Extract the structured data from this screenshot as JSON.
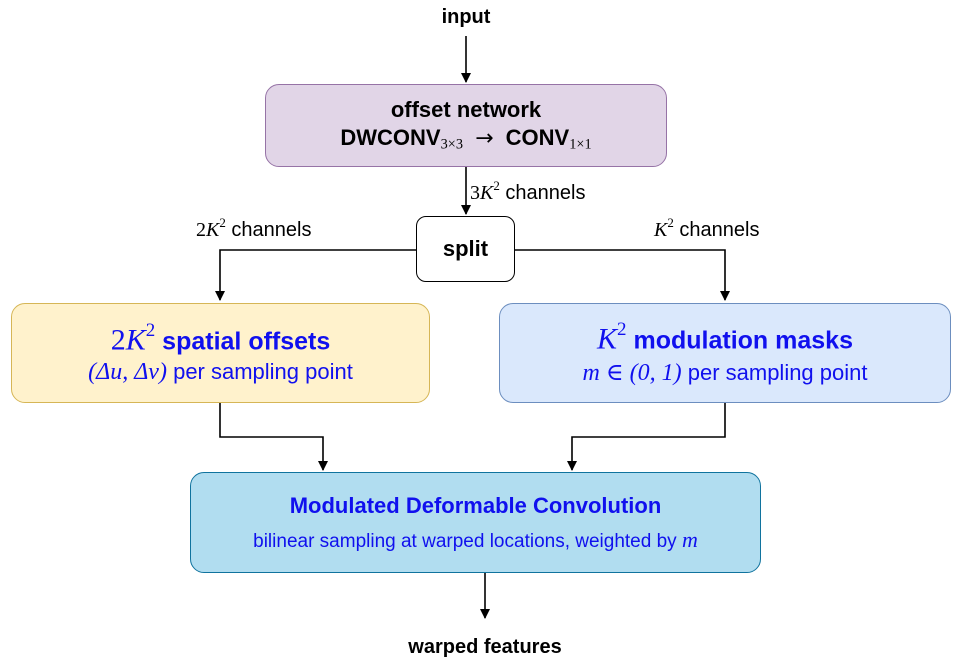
{
  "input_label": "input",
  "output_label": "warped features",
  "offset_network": {
    "title": "offset network",
    "op1": "DWCONV",
    "op1_sub": "3×3",
    "arrow": "→",
    "op2": "CONV",
    "op2_sub": "1×1"
  },
  "edge_3k2": {
    "coef": "3",
    "var": "K",
    "exp": "2",
    "text": "channels"
  },
  "split_label": "split",
  "edge_2k2": {
    "coef": "2",
    "var": "K",
    "exp": "2",
    "text": "channels"
  },
  "edge_k2": {
    "var": "K",
    "exp": "2",
    "text": "channels"
  },
  "spatial_offsets": {
    "coef": "2",
    "var": "K",
    "exp": "2",
    "title": "spatial offsets",
    "math": "(Δu, Δv)",
    "text": "per sampling point"
  },
  "modulation_masks": {
    "var": "K",
    "exp": "2",
    "title": "modulation masks",
    "math": "m ∈ (0, 1)",
    "text": "per sampling point"
  },
  "mdc": {
    "title": "Modulated Deformable Convolution",
    "text": "bilinear sampling at warped locations, weighted by",
    "var": "m"
  }
}
